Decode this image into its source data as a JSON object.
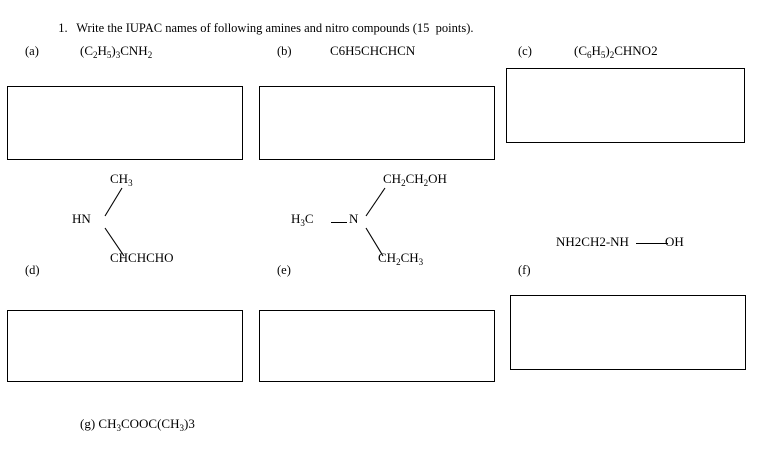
{
  "page": {
    "background_color": "#ffffff",
    "text_color": "#000000"
  },
  "header": {
    "number": "1.",
    "text": "Write the IUPAC names of following amines and nitro compounds (15  points)."
  },
  "items": {
    "a": {
      "label": "(a)",
      "formula_parts": [
        "(C",
        "2",
        "H",
        "5",
        ")",
        "3",
        "CNH",
        "2"
      ],
      "formula_plain": "(C2H5)3CNH2"
    },
    "b": {
      "label": "(b)",
      "formula_plain": "C6H5CHCHCN"
    },
    "c": {
      "label": "(c)",
      "formula_parts": [
        "(C",
        "6",
        "H",
        "5",
        ")",
        "2",
        "CHNO2"
      ],
      "formula_plain": "(C6H5)2CHNO2"
    },
    "d": {
      "label": "(d)",
      "structure": {
        "center_atom": "HN",
        "top_substituent": "CH3",
        "top_substituent_base": "CH",
        "top_substituent_sub": "3",
        "bottom_substituent": "CHCHCHO"
      }
    },
    "e": {
      "label": "(e)",
      "structure": {
        "center_atom": "N",
        "left_substituent_base": "H",
        "left_substituent_sub": "3",
        "left_substituent_tail": "C",
        "left_substituent_plain": "H3C",
        "top_substituent_plain": "CH2CH2OH",
        "bottom_substituent_plain": "CH2CH3"
      }
    },
    "f": {
      "label": "(f)",
      "structure": {
        "left_text": "NH2CH2-NH",
        "right_text": "OH",
        "bond": "single-line"
      }
    },
    "g": {
      "label": "(g)",
      "formula_plain": "CH3COOC(CH3)3"
    }
  },
  "answer_boxes": [
    {
      "name": "answer-box-a",
      "for": "a"
    },
    {
      "name": "answer-box-b",
      "for": "b"
    },
    {
      "name": "answer-box-c",
      "for": "c"
    },
    {
      "name": "answer-box-d",
      "for": "d"
    },
    {
      "name": "answer-box-e",
      "for": "e"
    },
    {
      "name": "answer-box-f",
      "for": "f"
    }
  ]
}
